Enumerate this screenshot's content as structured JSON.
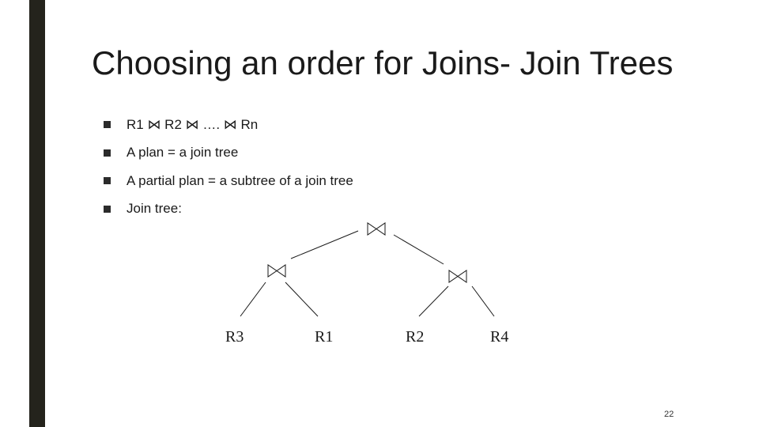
{
  "slide": {
    "title": "Choosing an order  for Joins- Join Trees",
    "bullets": [
      "R1 ⋈ R2 ⋈ …. ⋈ Rn",
      "A plan = a join tree",
      "A partial plan = a subtree of a join tree",
      "Join tree:"
    ],
    "page_number": "22",
    "colors": {
      "accent_bar": "#24231c",
      "text": "#1a1a1a"
    }
  },
  "join_tree": {
    "root": {
      "symbol": "⋈",
      "left": {
        "symbol": "⋈",
        "left": {
          "label": "R3"
        },
        "right": {
          "label": "R1"
        }
      },
      "right": {
        "symbol": "⋈",
        "left": {
          "label": "R2"
        },
        "right": {
          "label": "R4"
        }
      }
    }
  }
}
